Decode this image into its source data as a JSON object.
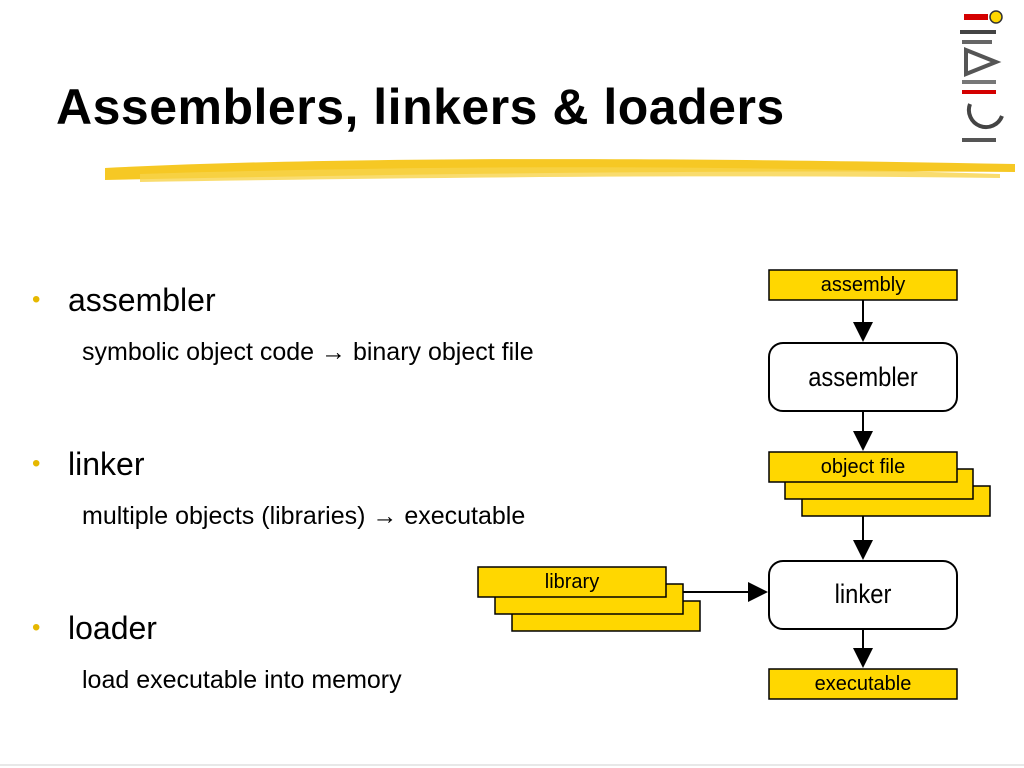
{
  "slide": {
    "title": "Assemblers, linkers & loaders"
  },
  "bullets": [
    {
      "label": "assembler",
      "sub": "symbolic object code → binary object file"
    },
    {
      "label": "linker",
      "sub": "multiple objects (libraries) → executable"
    },
    {
      "label": "loader",
      "sub": "load executable into memory"
    }
  ],
  "diagram": {
    "assembly_label": "assembly",
    "assembler_label": "assembler",
    "object_file_label": "object file",
    "library_label": "library",
    "linker_label": "linker",
    "executable_label": "executable"
  },
  "colors": {
    "box_fill": "#FFD700",
    "underline": "#F5C518",
    "bullet": "#E6B800"
  }
}
